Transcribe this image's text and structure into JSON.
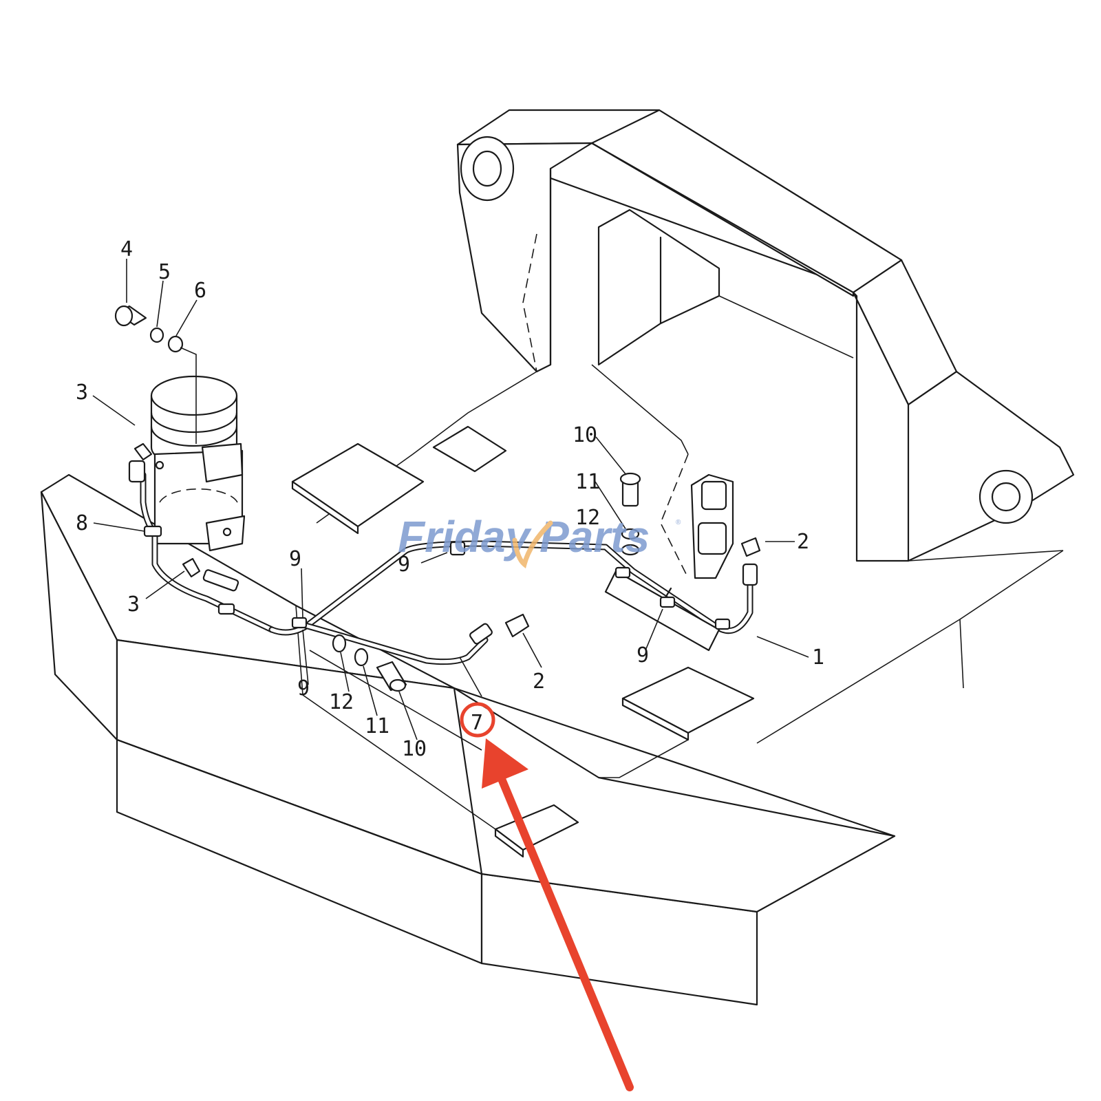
{
  "watermark": {
    "part1": "Friday",
    "part2": "Parts",
    "reg": "®",
    "color_main": "#7d9bcf",
    "color_accent": "#f0b66b"
  },
  "callouts": {
    "c4": "4",
    "c5": "5",
    "c6": "6",
    "c3_top": "3",
    "c3_bottom": "3",
    "c8": "8",
    "c10_right": "10",
    "c11_right": "11",
    "c12_right": "12",
    "c2_right": "2",
    "c1": "1",
    "c9_top": "9",
    "c9_mid": "9",
    "c9_left": "9",
    "c9_right": "9",
    "c2_mid": "2",
    "c7": "7",
    "c12_bottom": "12",
    "c11_bottom": "11",
    "c10_bottom": "10"
  },
  "highlight": {
    "target_part": "7",
    "color": "#e8432d"
  }
}
